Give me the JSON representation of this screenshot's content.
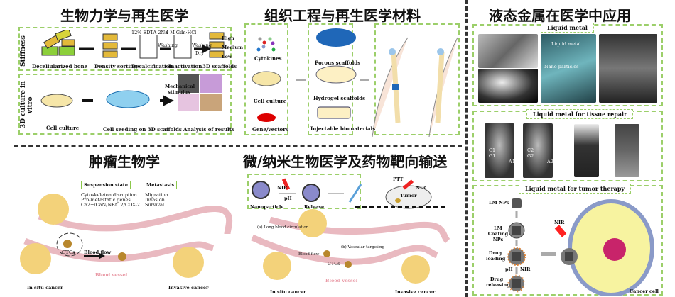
{
  "sections": {
    "biomechanics": {
      "title": "生物力学与再生医学",
      "stiffness_label": "Stiffness",
      "culture_label": "3D culture in vitro",
      "steps": [
        "Decellularized bone",
        "Density sorting",
        "Decalcification",
        "Inactivation",
        "3D scaffolds"
      ],
      "reagents": [
        "12% EDTA-2Na",
        "4 M Gdn·HCl"
      ],
      "washing": "Washing",
      "washing_dry": [
        "Washing",
        "Dry"
      ],
      "levels": [
        "High",
        "Medium",
        "Low"
      ],
      "culture_steps": [
        "Cell culture",
        "Cell seeding on 3D scaffolds",
        "Analysis of results"
      ],
      "mechanical": "Mechanical stimulus"
    },
    "tissue_engineering": {
      "title": "组织工程与再生医学材料",
      "inputs": [
        "Cytokines",
        "Cell culture",
        "Gene/vectors"
      ],
      "materials": [
        "Porous scaffolds",
        "Hydrogel scaffolds",
        "Injectable biomaterials"
      ]
    },
    "liquid_metal": {
      "title": "液态金属在医学中应用",
      "panel1": "Liquid metal",
      "panel1_labels": [
        "Liquid metal",
        "Nano particles"
      ],
      "panel2": "Liquid metal for tissue repair",
      "xray_labels": [
        "C1",
        "G1",
        "A1",
        "C2",
        "G2",
        "A2"
      ],
      "panel3": "Liquid metal for tumor therapy",
      "steps": [
        "LM NPs",
        "LM Coating NPs",
        "Drug loading",
        "Drug releasing"
      ],
      "ph": "pH",
      "nir": "NIR",
      "cancer_cell": "Cancer cell"
    },
    "tumor": {
      "title": "肿瘤生物学",
      "suspension": "Suspension state",
      "metastasis": "Metastasis",
      "suspension_items": [
        "Cytoskeleton disruption",
        "Pro-metastatic genes",
        "Ca2+/CaN/NFAT2/COX-2"
      ],
      "metastasis_items": [
        "Migration",
        "Invasion",
        "Survival"
      ],
      "ctcs": "CTCs",
      "blood_flow": "Blood flow",
      "blood_vessel": "Blood vessel",
      "in_situ": "In situ cancer",
      "invasive": "Invasive cancer"
    },
    "nano": {
      "title": "微/纳米生物医学及药物靶向输送",
      "nanoparticle": "Nanoparticle",
      "release": "Release",
      "nir": "NIR",
      "ph": "pH",
      "ptt": "PTT",
      "tumor": "Tumor",
      "long_circulation": "(a) Long blood circulation",
      "vascular_targeting": "(b) Vascular targeting",
      "blood_flow": "Blood flow",
      "ctcs": "CTCs",
      "blood_vessel": "Blood vessel",
      "in_situ": "In situ cancer",
      "invasive": "Invasive cancer"
    }
  },
  "colors": {
    "dash_green": "#9ccf6a",
    "vessel": "#e9b9c0",
    "cell": "#f3d27a",
    "nucleus": "#1fa3c4"
  }
}
